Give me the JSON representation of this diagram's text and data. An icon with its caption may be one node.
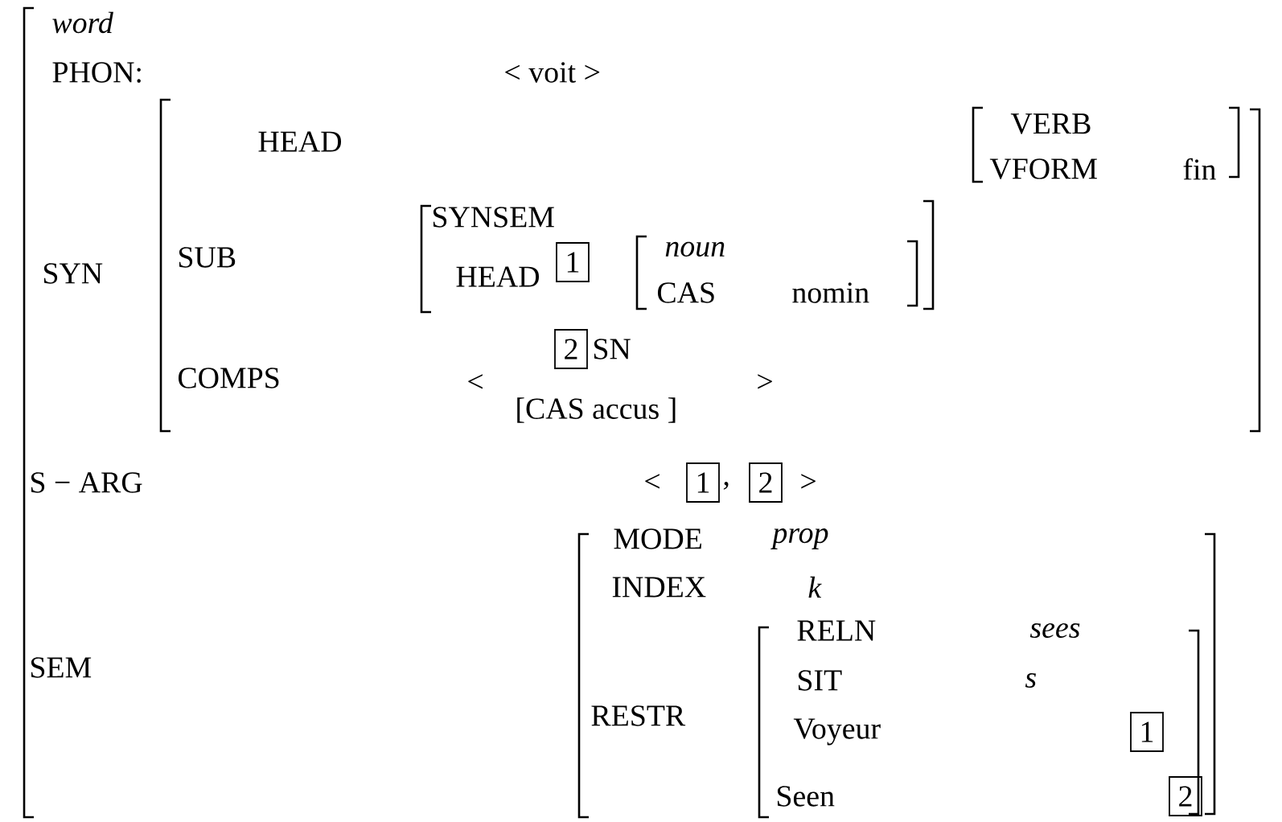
{
  "diagram": {
    "nodes": [
      {
        "text": [
          "1"
        ]
      },
      {
        "text": [
          "2"
        ]
      },
      {
        "text": [
          "1"
        ]
      },
      {
        "text": [
          "2"
        ]
      },
      {
        "text": [
          "1"
        ]
      },
      {
        "text": [
          "2"
        ]
      }
    ],
    "labels": [
      "word",
      "PHON:",
      "< voit >",
      "HEAD",
      "VERB",
      "VFORM",
      "fin",
      "SYNSEM",
      "noun",
      "SUB",
      "SYN",
      "HEAD",
      "CAS",
      "nomin",
      "SN",
      "COMPS",
      "<",
      ">",
      "[CAS accus ]",
      "S − ARG",
      "<",
      ",",
      ">",
      "MODE",
      "prop",
      "INDEX",
      "k",
      "RELN",
      "sees",
      "SEM",
      "SIT",
      "s",
      "RESTR",
      "Voyeur",
      "Seen"
    ]
  }
}
